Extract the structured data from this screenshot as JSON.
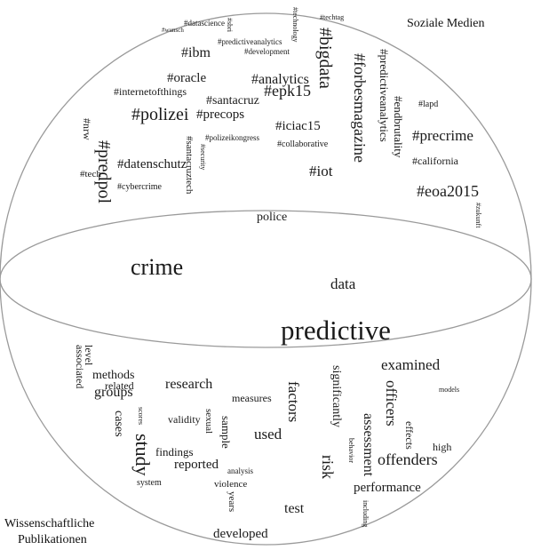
{
  "labels": {
    "social_media": "Soziale Medien",
    "scientific_line1": "Wissenschaftliche",
    "scientific_line2": "Publikationen"
  },
  "top_words": [
    {
      "text": "#datascience"
    },
    {
      "text": "#wunsch"
    },
    {
      "text": "#sbri"
    },
    {
      "text": "#technology"
    },
    {
      "text": "#techtag"
    },
    {
      "text": "#predictiveanalytics"
    },
    {
      "text": "#development"
    },
    {
      "text": "#ibm"
    },
    {
      "text": "#bigdata"
    },
    {
      "text": "#predictiveanalytics"
    },
    {
      "text": "#oracle"
    },
    {
      "text": "#analytics"
    },
    {
      "text": "#forbesmagazine"
    },
    {
      "text": "#internetofthings"
    },
    {
      "text": "#epk15"
    },
    {
      "text": "#lapd"
    },
    {
      "text": "#santacruz"
    },
    {
      "text": "#polizei"
    },
    {
      "text": "#precops"
    },
    {
      "text": "#endbrutality"
    },
    {
      "text": "#nrw"
    },
    {
      "text": "#santacruztech"
    },
    {
      "text": "#iciac15"
    },
    {
      "text": "#precrime"
    },
    {
      "text": "#polizeikongress"
    },
    {
      "text": "#collaborative"
    },
    {
      "text": "#predpol"
    },
    {
      "text": "#security"
    },
    {
      "text": "#datenschutz"
    },
    {
      "text": "#california"
    },
    {
      "text": "#tech"
    },
    {
      "text": "#cybercrime"
    },
    {
      "text": "#iot"
    },
    {
      "text": "#eoa2015"
    },
    {
      "text": "#zukunft"
    }
  ],
  "middle_words": [
    {
      "text": "police"
    },
    {
      "text": "crime"
    },
    {
      "text": "data"
    },
    {
      "text": "predictive"
    }
  ],
  "bottom_words": [
    {
      "text": "level"
    },
    {
      "text": "associated"
    },
    {
      "text": "methods"
    },
    {
      "text": "related"
    },
    {
      "text": "groups"
    },
    {
      "text": "research"
    },
    {
      "text": "measures"
    },
    {
      "text": "factors"
    },
    {
      "text": "significantly"
    },
    {
      "text": "examined"
    },
    {
      "text": "officers"
    },
    {
      "text": "models"
    },
    {
      "text": "cases"
    },
    {
      "text": "scores"
    },
    {
      "text": "validity"
    },
    {
      "text": "sexual"
    },
    {
      "text": "sample"
    },
    {
      "text": "used"
    },
    {
      "text": "assessment"
    },
    {
      "text": "behavior"
    },
    {
      "text": "effects"
    },
    {
      "text": "high"
    },
    {
      "text": "study"
    },
    {
      "text": "findings"
    },
    {
      "text": "reported"
    },
    {
      "text": "analysis"
    },
    {
      "text": "risk"
    },
    {
      "text": "offenders"
    },
    {
      "text": "system"
    },
    {
      "text": "violence"
    },
    {
      "text": "years"
    },
    {
      "text": "performance"
    },
    {
      "text": "test"
    },
    {
      "text": "including"
    },
    {
      "text": "developed"
    }
  ]
}
